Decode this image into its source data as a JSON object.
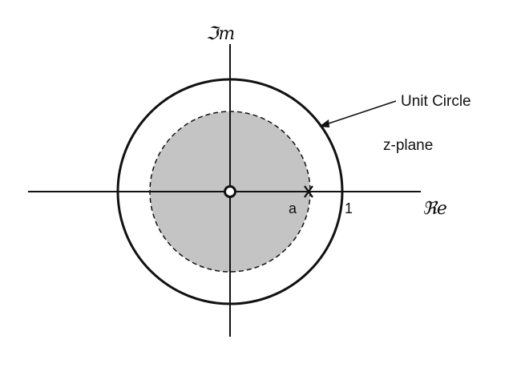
{
  "labels": {
    "imag_axis": "ℑm",
    "real_axis": "ℜe",
    "unit_circle": "Unit Circle",
    "plane": "z-plane",
    "pole": "a",
    "unit_point": "1"
  },
  "colors": {
    "roc_fill": "#c4c4c4",
    "ink": "#111111"
  },
  "markers": {
    "zero_at_origin": "hollow-circle",
    "pole_at_a": "cross"
  }
}
